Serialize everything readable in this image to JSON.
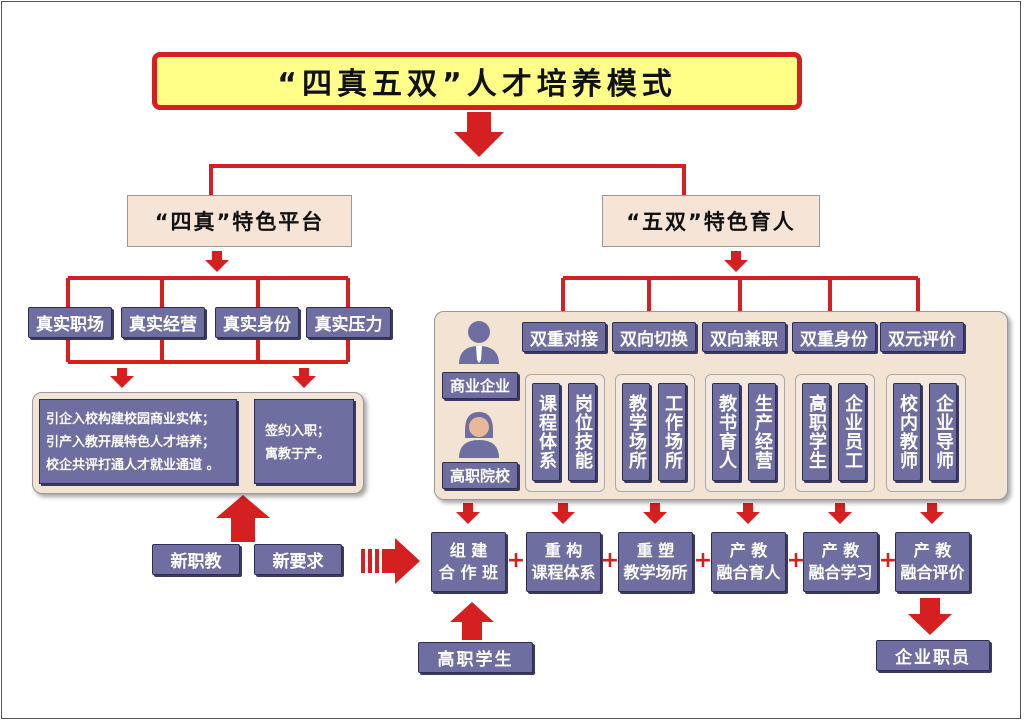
{
  "title": "“四真五双”人才培养模式",
  "si_zhen": {
    "title": "“四真”特色平台",
    "items": [
      "真实职场",
      "真实经营",
      "真实身份",
      "真实压力"
    ],
    "text_lines": [
      "引企入校构建校园商业实体；",
      "引产入教开展特色人才培养；",
      "校企共评打通人才就业通道 。"
    ],
    "text_right": [
      "签约入职；",
      "寓教于产。"
    ]
  },
  "wu_shuang": {
    "title": "“五双”特色育人",
    "items": [
      {
        "label": "双重对接",
        "subs": [
          "课程体系",
          "岗位技能"
        ]
      },
      {
        "label": "双向切换",
        "subs": [
          "教学场所",
          "工作场所"
        ]
      },
      {
        "label": "双向兼职",
        "subs": [
          "教书育人",
          "生产经营"
        ]
      },
      {
        "label": "双重身份",
        "subs": [
          "高职学生",
          "企业员工"
        ]
      },
      {
        "label": "双元评价",
        "subs": [
          "校内教师",
          "企业导师"
        ]
      }
    ],
    "roles": [
      "商业企业",
      "高职院校"
    ],
    "icons": [
      "businessman-icon",
      "teacher-icon"
    ]
  },
  "inputs": [
    "新职教",
    "新要求"
  ],
  "process": [
    {
      "line1": "组 建",
      "line2": "合 作 班"
    },
    {
      "line1": "重 构",
      "line2": "课程体系"
    },
    {
      "line1": "重 塑",
      "line2": "教学场所"
    },
    {
      "line1": "产 教",
      "line2": "融合育人"
    },
    {
      "line1": "产 教",
      "line2": "融合学习"
    },
    {
      "line1": "产 教",
      "line2": "融合评价"
    }
  ],
  "plus_sign": "+",
  "student_input": "高职学生",
  "output": "企业职员",
  "colors": {
    "red": "#d42020",
    "purple": "#6f6ea0",
    "panel": "#f3e3d3",
    "title_bg": "#ffff88"
  }
}
